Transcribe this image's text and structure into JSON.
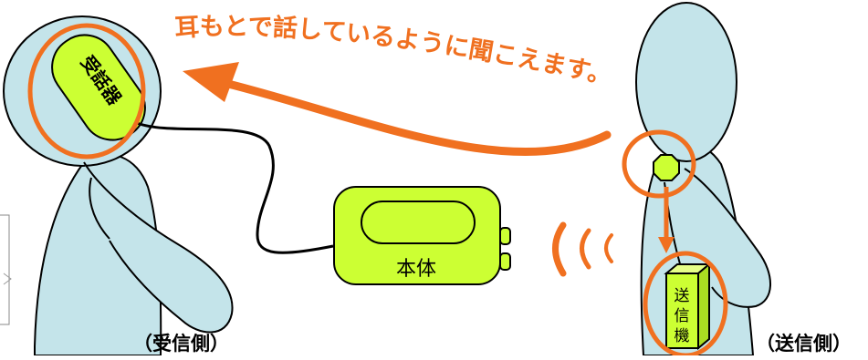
{
  "headline": "耳もとで話しているように聞こえます。",
  "receiver_device_label": "受話器",
  "main_unit_label": "本体",
  "transmitter_label": "送信機",
  "receiver_side_caption": "（受信側）",
  "sender_side_caption": "（送信側）",
  "colors": {
    "person_fill": "#c4e4ea",
    "person_stroke": "#000000",
    "device_fill": "#ccff33",
    "accent_orange": "#f07020",
    "cable": "#000000"
  }
}
